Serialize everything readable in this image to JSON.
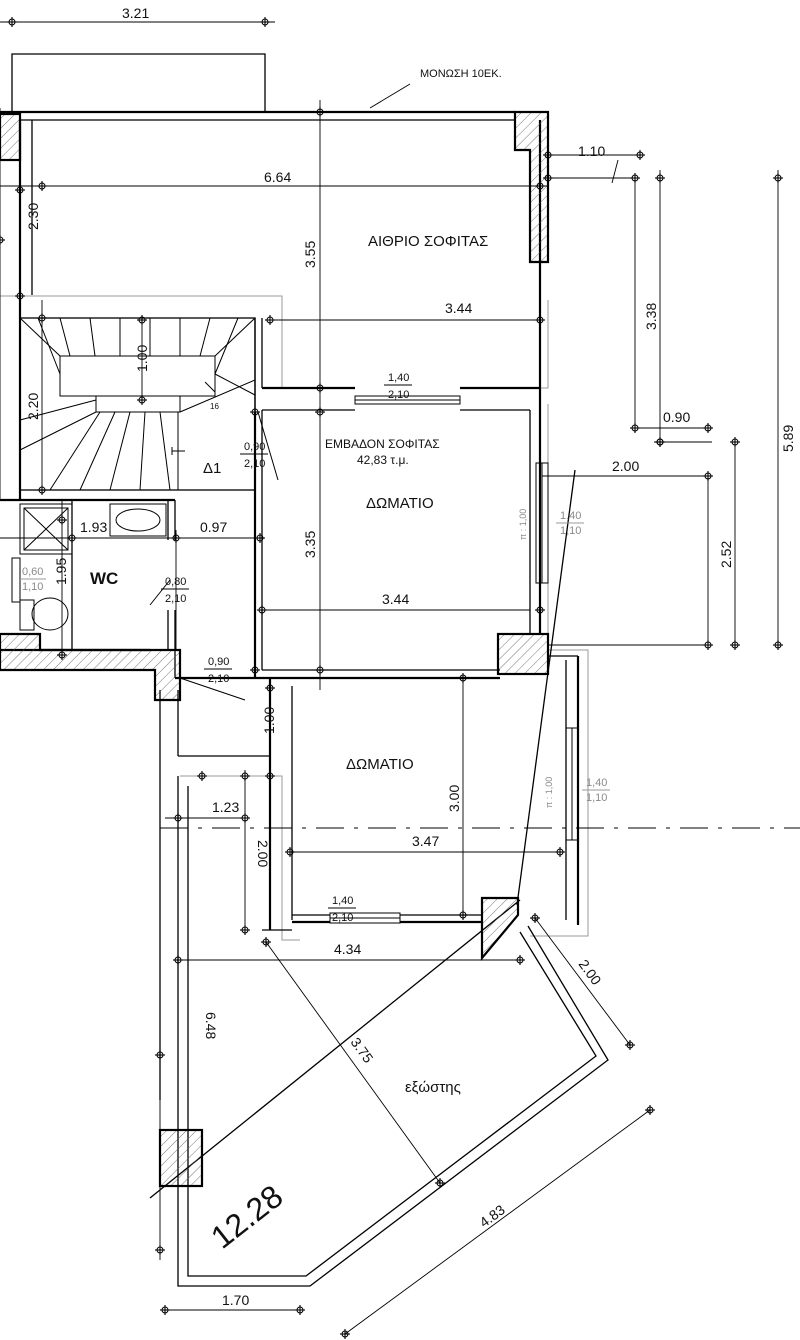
{
  "note": "ΜΟΝΩΣΗ 10ΕΚ.",
  "rooms": {
    "atrium": "ΑΙΘΡΙΟ ΣΟΦΙΤΑΣ",
    "area_label": "ΕΜΒΑΔΟΝ ΣΟΦΙΤΑΣ",
    "area_value": "42,83 τ.μ.",
    "room1": "ΔΩΜΑΤΙΟ",
    "room2": "ΔΩΜΑΤΙΟ",
    "wc": "WC",
    "d1": "Δ1",
    "balcony": "εξώστης",
    "balcony_area": "12.28",
    "stair_step": "16"
  },
  "dimensions": {
    "d321": "3.21",
    "d664": "6.64",
    "d230": "2.30",
    "d355": "3.55",
    "d344a": "3.44",
    "d110": "1.10",
    "d338": "3.38",
    "d090": "0.90",
    "d589": "5.89",
    "d100a": "1.00",
    "d220": "2.20",
    "d193": "1.93",
    "d097": "0.97",
    "d195": "1.95",
    "d335": "3.35",
    "d344b": "3.44",
    "d200a": "2.00",
    "d252": "2.52",
    "d100b": "1.00",
    "d300": "3.00",
    "d123": "1.23",
    "d200b": "2.00",
    "d347": "3.47",
    "d434": "4.34",
    "d200c": "2.00",
    "d648": "6.48",
    "d375": "3.75",
    "d483": "4.83",
    "d170": "1.70"
  },
  "openings": {
    "door_top": [
      "1,40",
      "2,10"
    ],
    "door_d1": [
      "0,90",
      "2,10"
    ],
    "door_wc": [
      "0,80",
      "2,10"
    ],
    "door_lower": [
      "0,90",
      "2,10"
    ],
    "door_room2": [
      "1,40",
      "2,10"
    ],
    "win_wc": [
      "0,60",
      "1,10"
    ],
    "win_room1": [
      "1,40",
      "1,10"
    ],
    "win_room2": [
      "1,40",
      "1,10"
    ],
    "sill1": "π : 1,00",
    "sill2": "π : 1,00"
  }
}
